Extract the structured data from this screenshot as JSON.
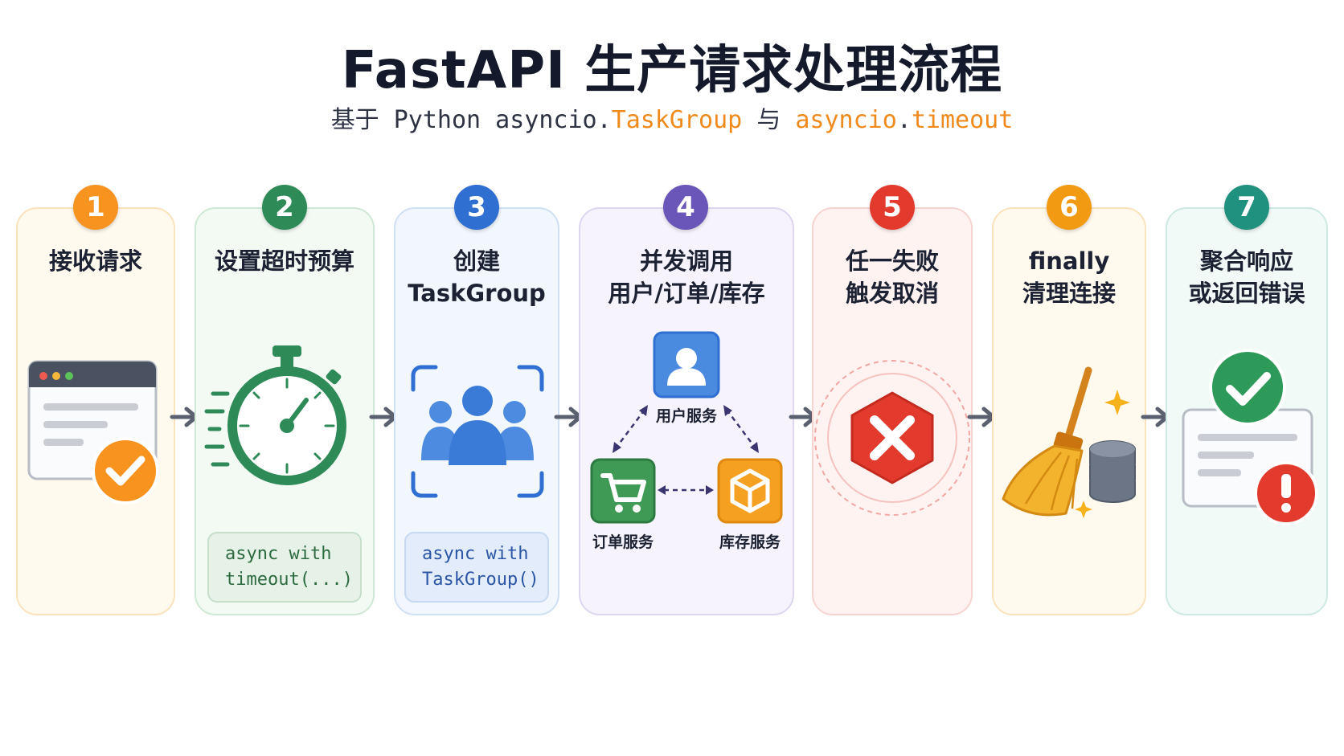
{
  "title": "FastAPI 生产请求处理流程",
  "subtitle": {
    "prefix": "基于",
    "python": "Python asyncio.",
    "taskgroup": "TaskGroup",
    "and": "与",
    "timeout_mod": "asyncio",
    "dot": ".",
    "timeout_fn": "timeout"
  },
  "steps": [
    {
      "number": "1",
      "lines": [
        "接收请求"
      ],
      "color": "#f7931e",
      "card_bg": "#fff9ee",
      "border": "#fbe2bc"
    },
    {
      "number": "2",
      "lines": [
        "设置超时预算"
      ],
      "color": "#2e8b57",
      "card_bg": "#f3faf4",
      "border": "#cfe8d5",
      "code": [
        "async with",
        "timeout(...)"
      ]
    },
    {
      "number": "3",
      "lines": [
        "创建",
        "TaskGroup"
      ],
      "color": "#2f6fd1",
      "card_bg": "#f2f7fd",
      "border": "#cfe0f4",
      "code": [
        "async with",
        "TaskGroup()"
      ]
    },
    {
      "number": "4",
      "lines": [
        "并发调用",
        "用户/订单/库存"
      ],
      "color": "#6a55b8",
      "card_bg": "#f6f3fc",
      "border": "#ddd5f1",
      "services": {
        "user": "用户服务",
        "order": "订单服务",
        "inventory": "库存服务"
      }
    },
    {
      "number": "5",
      "lines": [
        "任一失败",
        "触发取消"
      ],
      "color": "#e23b2e",
      "card_bg": "#fff3f2",
      "border": "#f7d4d0"
    },
    {
      "number": "6",
      "lines": [
        "finally",
        "清理连接"
      ],
      "color": "#f29b12",
      "card_bg": "#fff9ee",
      "border": "#fbe2bc"
    },
    {
      "number": "7",
      "lines": [
        "聚合响应",
        "或返回错误"
      ],
      "color": "#21917f",
      "card_bg": "#f2faf8",
      "border": "#cde9e3"
    }
  ]
}
